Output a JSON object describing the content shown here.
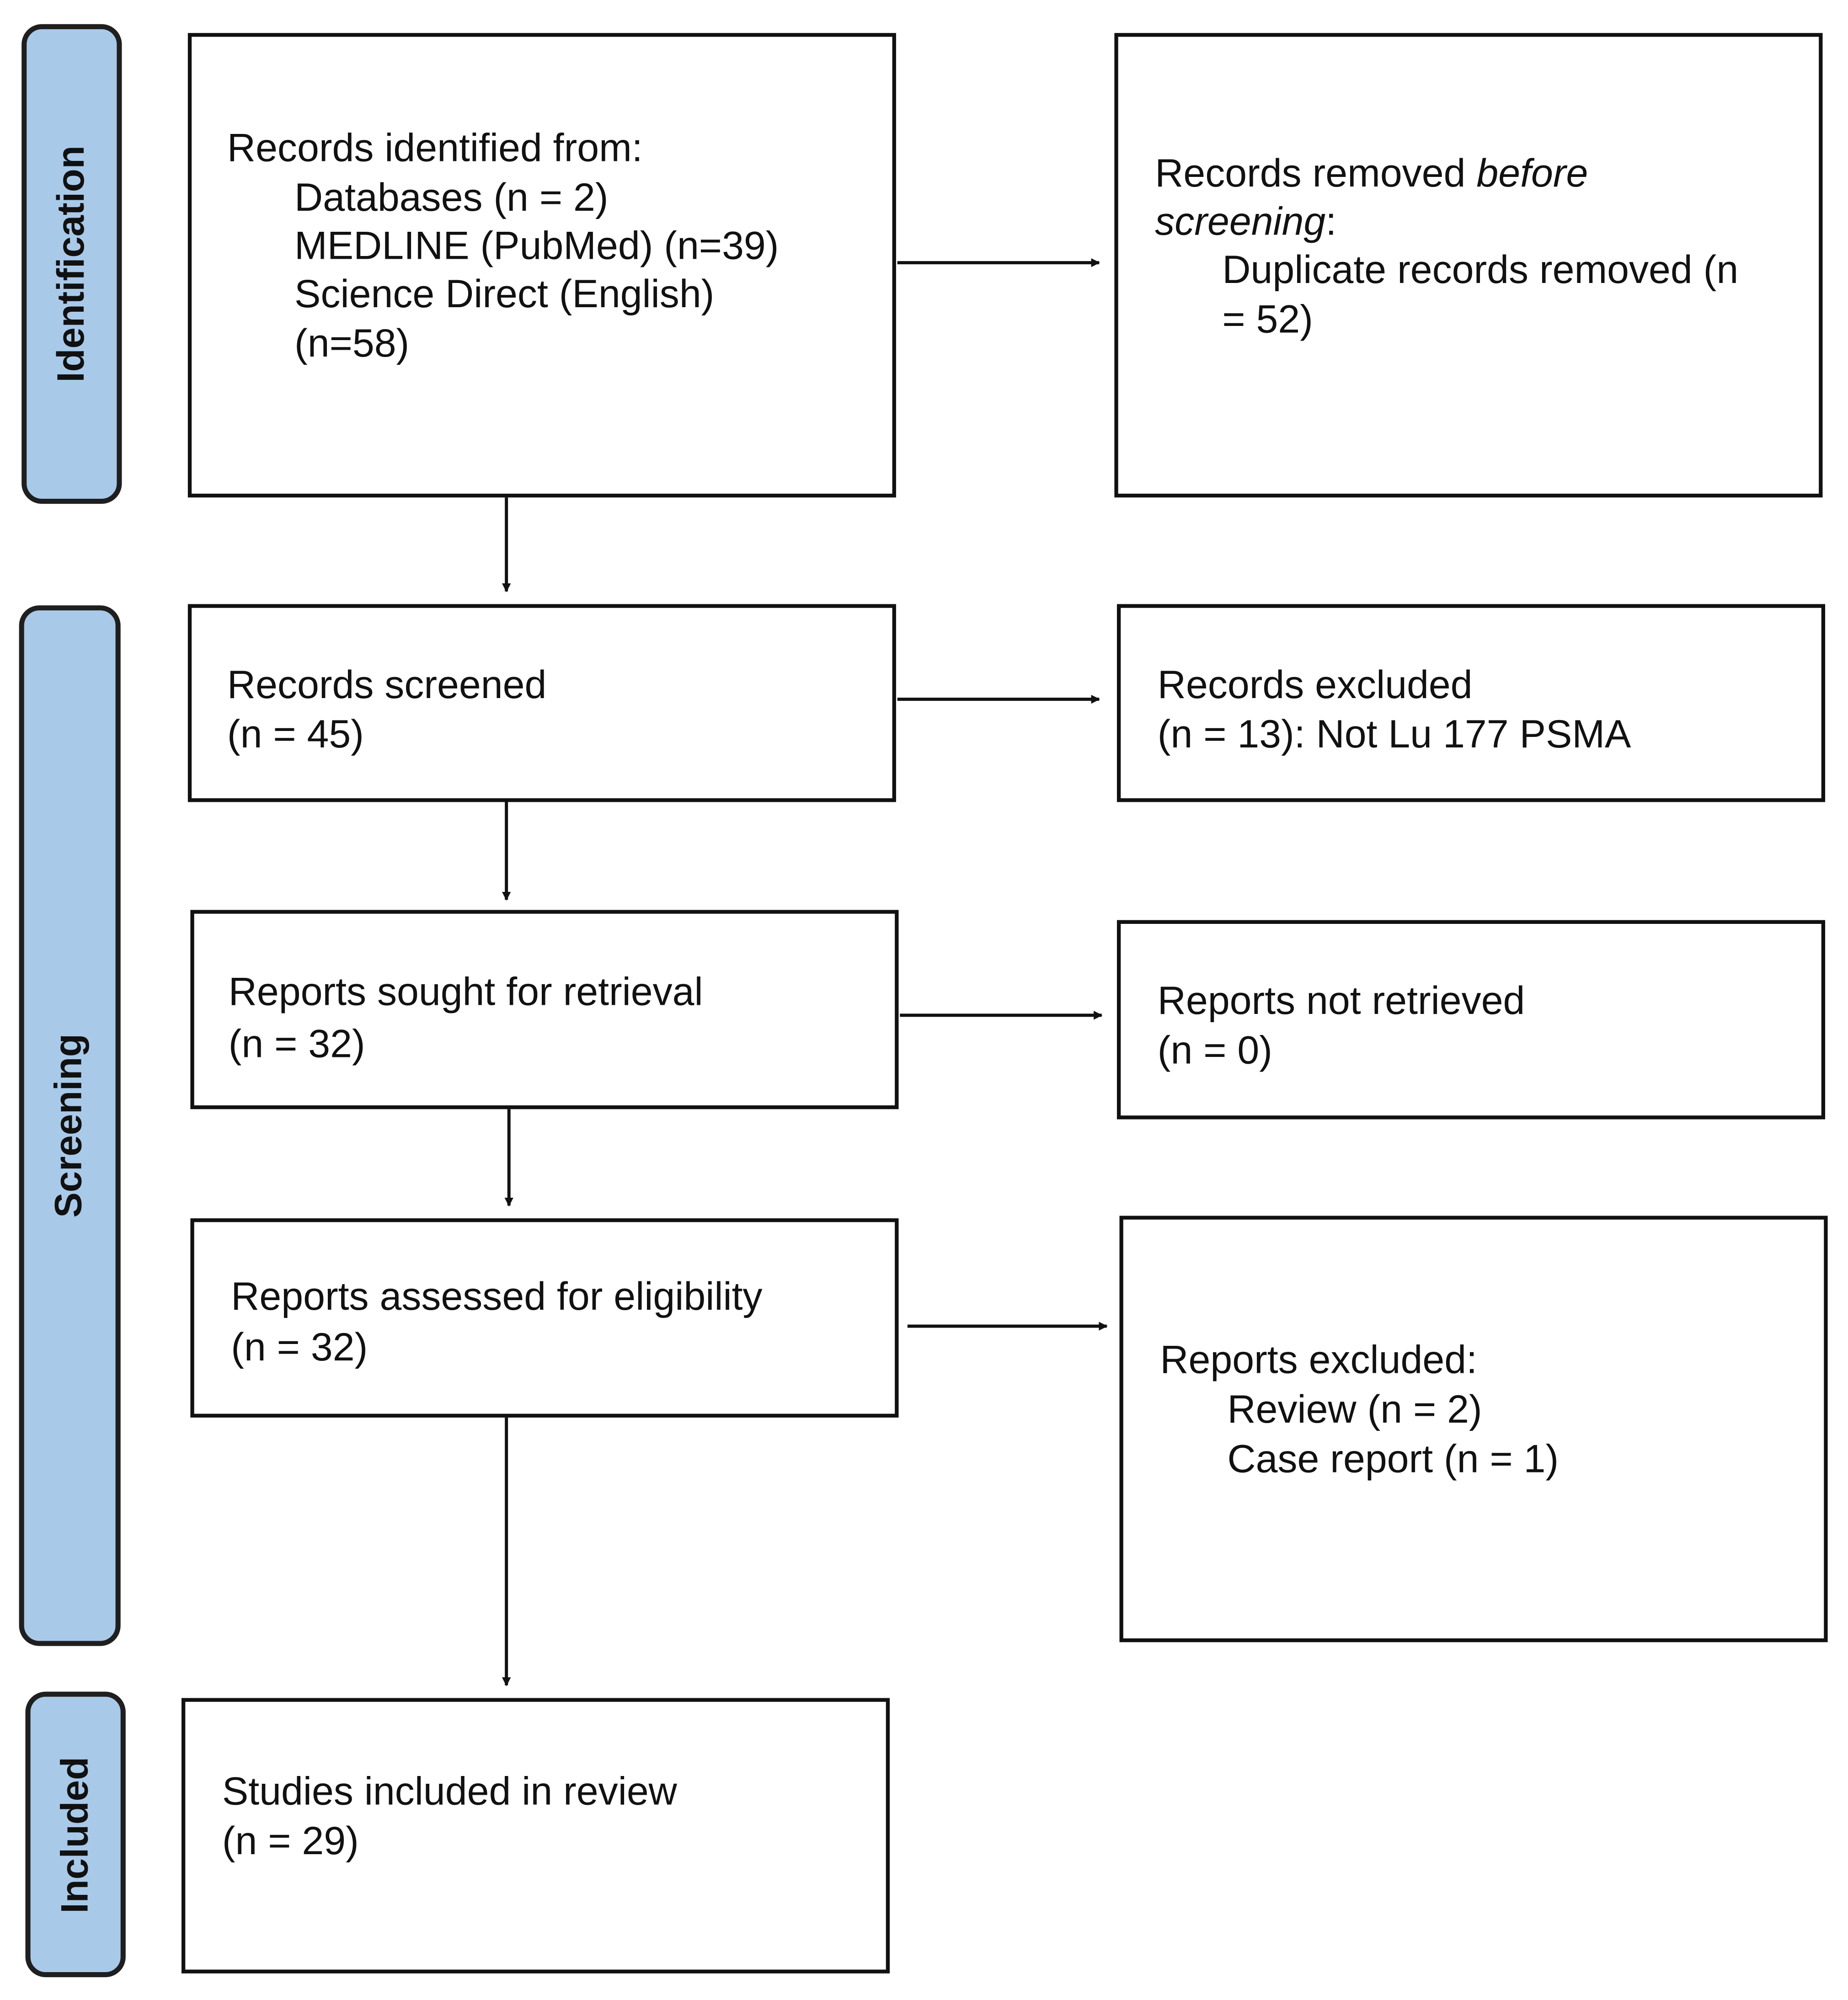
{
  "phases": {
    "identification": "Identification",
    "screening": "Screening",
    "included": "Included"
  },
  "identified": {
    "heading": "Records identified from:",
    "databases": "Databases (n = 2)",
    "medline": "MEDLINE (PubMed) (n=39)",
    "sciencedirect": "Science Direct (English)",
    "sciencedirect_n": "(n=58)"
  },
  "removed": {
    "prefix": "Records removed ",
    "before": "before",
    "screening": "screening",
    "colon": ":",
    "duplicates_line1": "Duplicate records removed (n",
    "duplicates_line2": "= 52)"
  },
  "screened": {
    "label": "Records screened",
    "count": "(n = 45)"
  },
  "excluded": {
    "label": "Records excluded",
    "detail": "(n = 13): Not Lu 177 PSMA"
  },
  "sought": {
    "label": "Reports sought for retrieval",
    "count": "(n = 32)"
  },
  "not_retrieved": {
    "label": "Reports not retrieved",
    "count": "(n = 0)"
  },
  "assessed": {
    "label": "Reports assessed for eligibility",
    "count": "(n = 32)"
  },
  "reports_excluded": {
    "heading": "Reports excluded:",
    "review": "Review (n = 2)",
    "case_report": "Case report (n = 1)"
  },
  "included_studies": {
    "label": "Studies included in review",
    "count": "(n = 29)"
  }
}
